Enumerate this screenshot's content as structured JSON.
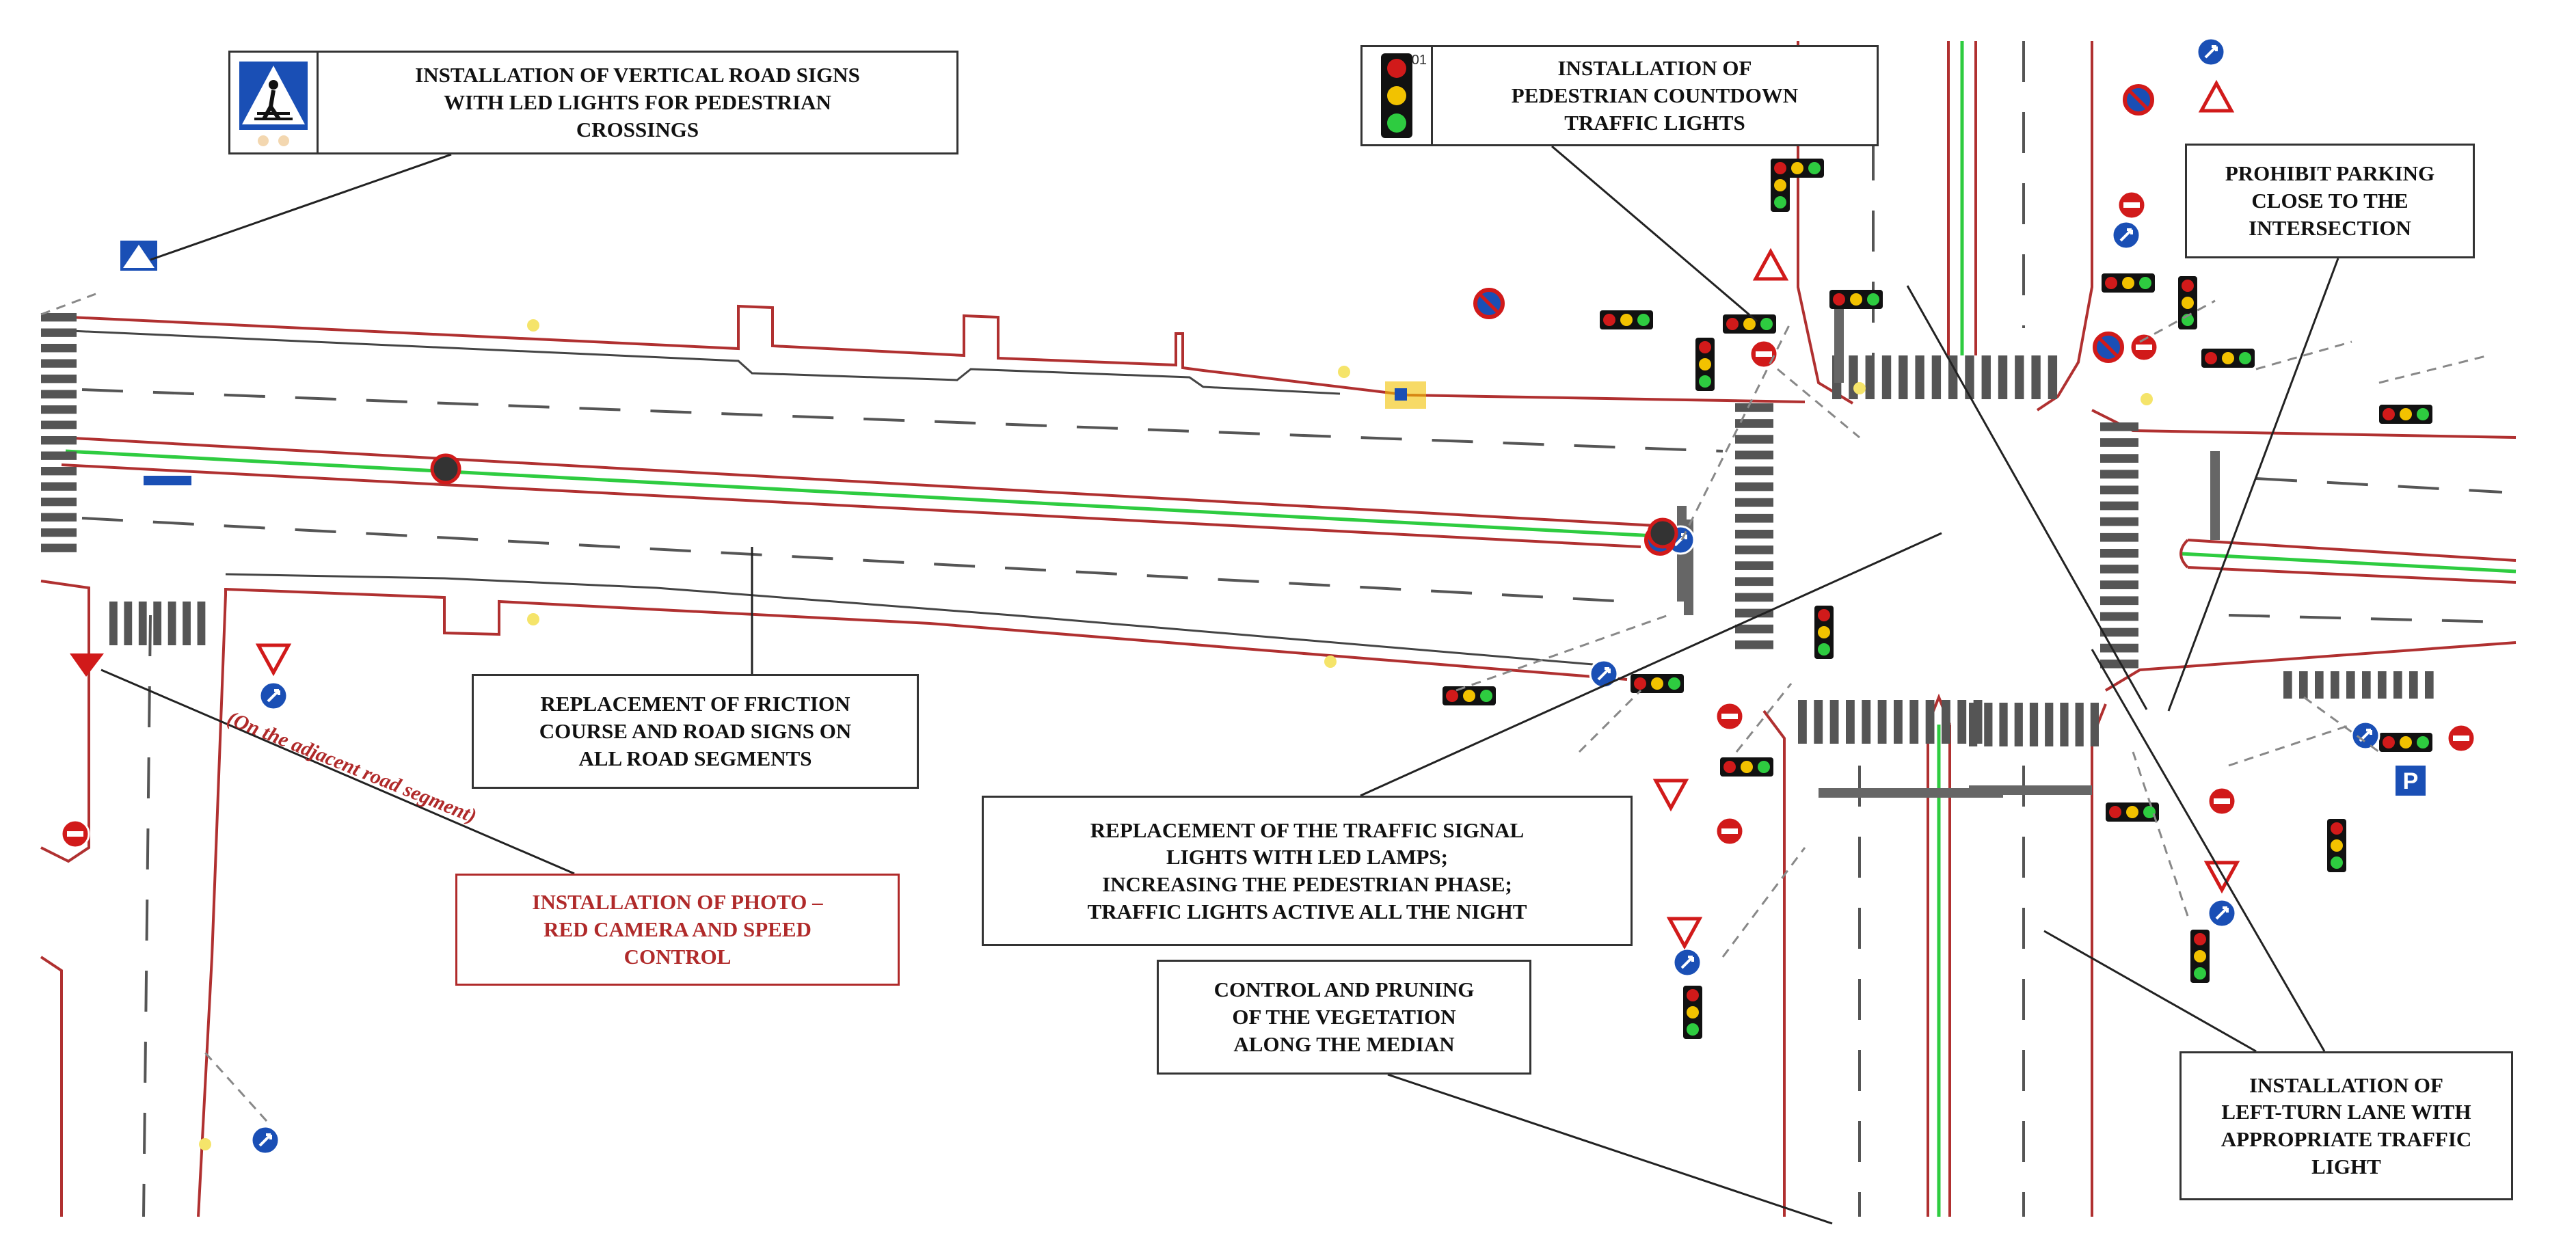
{
  "colors": {
    "road_edge": "#b03030",
    "median_green": "#2ecc40",
    "lane_dash": "#555555",
    "crosswalk": "#555555",
    "label_text": "#111111",
    "label_red": "#b02a2a",
    "sign_blue": "#1a4fb5",
    "sign_red": "#d11a1a"
  },
  "callouts": {
    "led_crossing_signs": "INSTALLATION OF VERTICAL ROAD SIGNS\nWITH LED LIGHTS FOR PEDESTRIAN\nCROSSINGS",
    "countdown_lights": "INSTALLATION OF\nPEDESTRIAN COUNTDOWN\nTRAFFIC LIGHTS",
    "countdown_display": "01",
    "prohibit_parking": "PROHIBIT PARKING\nCLOSE TO THE\nINTERSECTION",
    "friction_course": "REPLACEMENT OF FRICTION\nCOURSE AND ROAD SIGNS ON\nALL ROAD SEGMENTS",
    "photo_red": "INSTALLATION  OF PHOTO –\nRED CAMERA AND SPEED\nCONTROL",
    "adjacent_note": "(On the adjacent road segment)",
    "led_lamps": "REPLACEMENT OF THE TRAFFIC SIGNAL\nLIGHTS WITH LED LAMPS;\nINCREASING THE PEDESTRIAN PHASE;\nTRAFFIC LIGHTS ACTIVE ALL THE NIGHT",
    "vegetation": "CONTROL AND PRUNING\nOF THE VEGETATION\nALONG THE MEDIAN",
    "left_turn": "INSTALLATION OF\nLEFT-TURN LANE WITH\nAPPROPRIATE TRAFFIC\nLIGHT"
  },
  "icons": {
    "pedestrian_sign": "pedestrian-crossing-sign-icon",
    "countdown_signal": "pedestrian-countdown-signal-icon",
    "traffic_light": "traffic-light-icon",
    "no_entry": "no-entry-sign-icon",
    "no_parking": "no-parking-sign-icon",
    "give_way": "give-way-sign-icon",
    "mandatory_direction": "mandatory-direction-sign-icon",
    "parking": "parking-sign-icon",
    "speed_camera": "speed-camera-marker-icon"
  },
  "signs": {
    "parking_letter": "P"
  }
}
